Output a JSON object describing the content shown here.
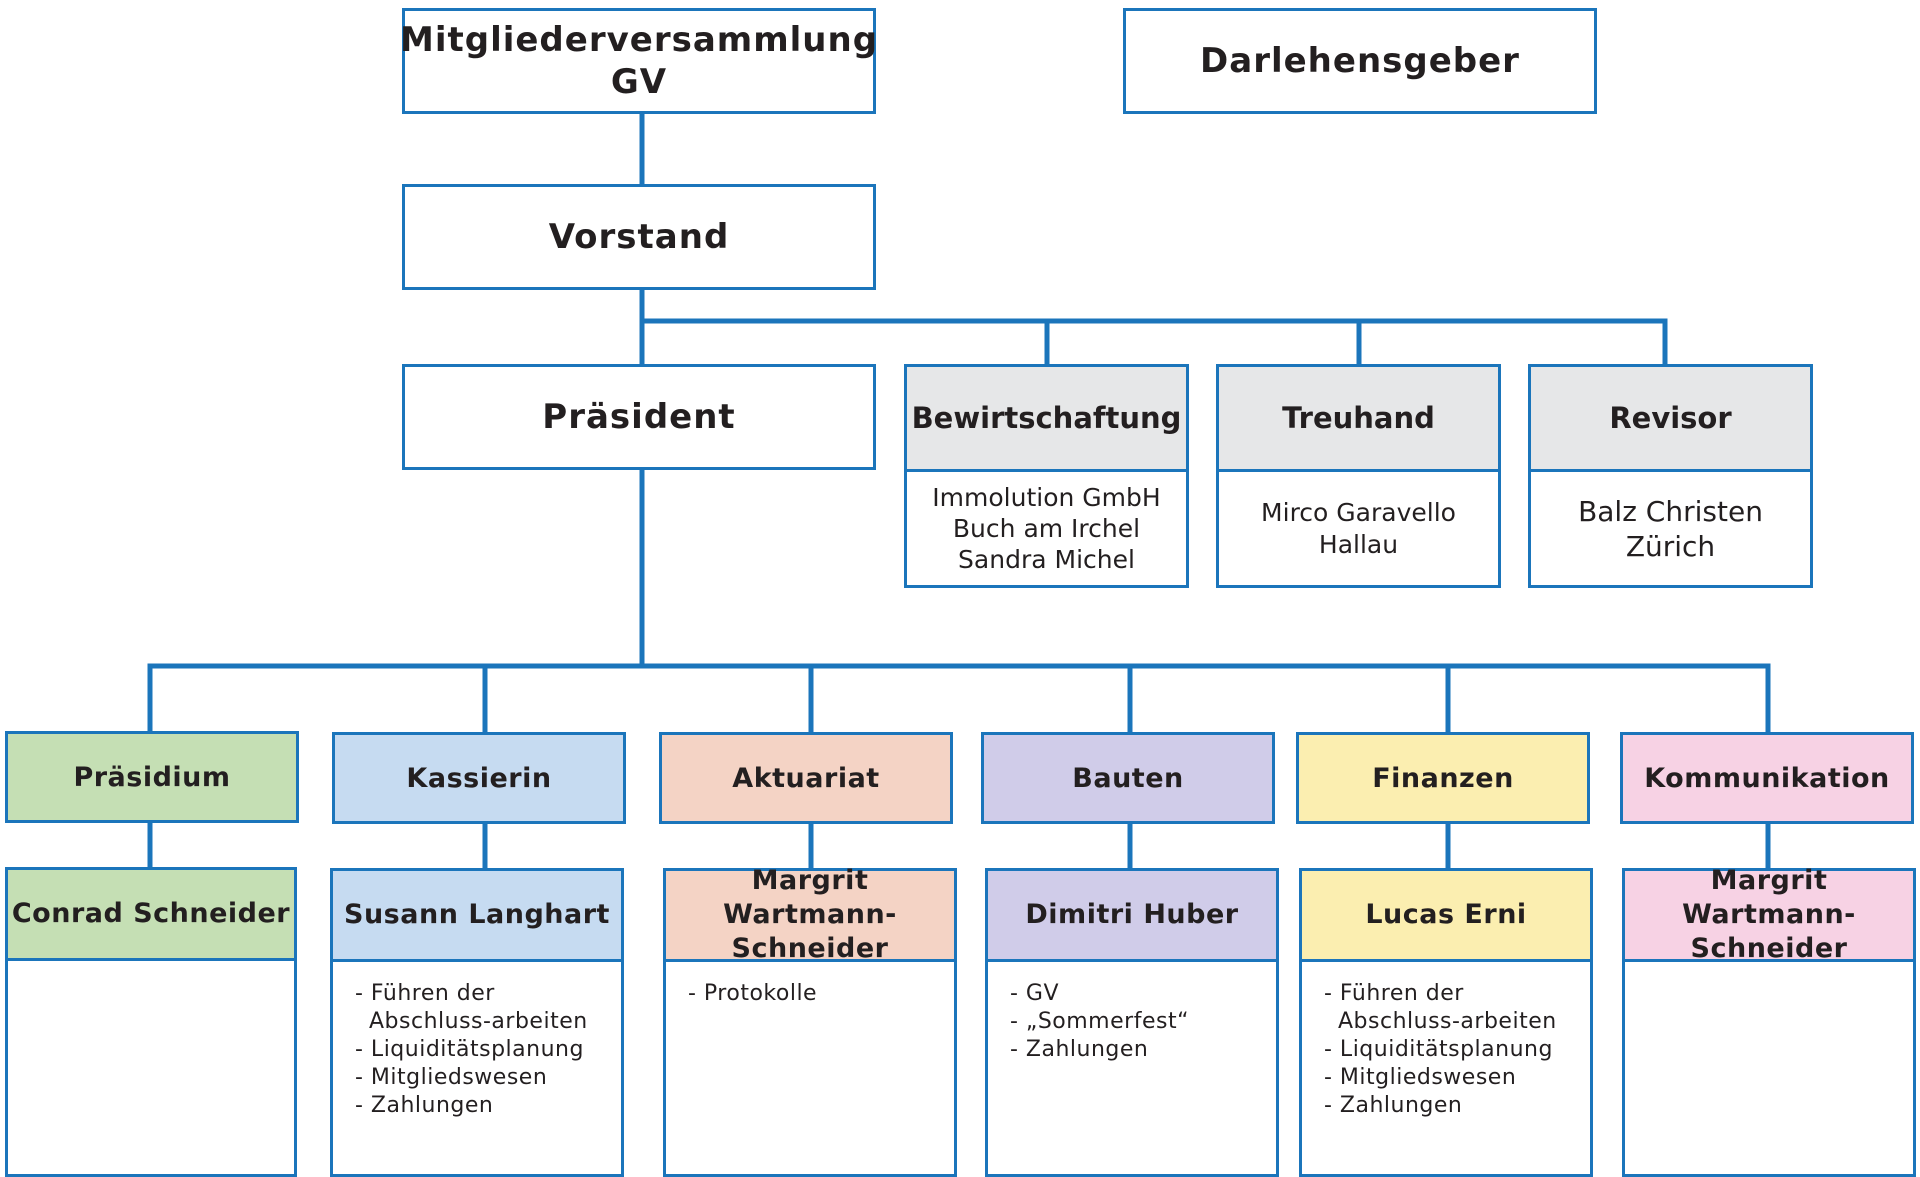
{
  "top": {
    "assembly": {
      "line1": "Mitgliederversammlung",
      "line2": "GV"
    },
    "lender": "Darlehensgeber",
    "board": "Vorstand",
    "president": "Präsident"
  },
  "partners": [
    {
      "title": "Bewirtschaftung",
      "lines": [
        "Immolution GmbH",
        "Buch am Irchel",
        "Sandra Michel"
      ]
    },
    {
      "title": "Treuhand",
      "lines": [
        "Mirco Garavello",
        "Hallau"
      ]
    },
    {
      "title": "Revisor",
      "lines": [
        "Balz Christen",
        "Zürich"
      ]
    }
  ],
  "departments": [
    {
      "title": "Präsidium",
      "person": [
        "Conrad Schneider"
      ],
      "tasks": [],
      "color": "#c5dfb4"
    },
    {
      "title": "Kassierin",
      "person": [
        "Susann Langhart"
      ],
      "tasks": [
        "- Führen der Abschluss-arbeiten",
        "- Liquiditätsplanung",
        "- Mitgliedswesen",
        "- Zahlungen"
      ],
      "color": "#c6dbf1"
    },
    {
      "title": "Aktuariat",
      "person": [
        "Margrit Wartmann-",
        "Schneider"
      ],
      "tasks": [
        "- Protokolle"
      ],
      "color": "#f4d3c5"
    },
    {
      "title": "Bauten",
      "person": [
        "Dimitri Huber"
      ],
      "tasks": [
        "- GV",
        "- „Sommerfest“",
        "- Zahlungen"
      ],
      "color": "#d0cce9"
    },
    {
      "title": "Finanzen",
      "person": [
        "Lucas Erni"
      ],
      "tasks": [
        "- Führen der Abschluss-arbeiten",
        "- Liquiditätsplanung",
        "- Mitgliedswesen",
        "- Zahlungen"
      ],
      "color": "#fbeeb0"
    },
    {
      "title": "Kommunikation",
      "person": [
        "Margrit Wartmann-",
        "Schneider"
      ],
      "tasks": [],
      "color": "#f7d2e4"
    }
  ],
  "colors": {
    "line": "#1b75bb",
    "partner_header": "#e6e7e8",
    "text": "#231f20"
  }
}
